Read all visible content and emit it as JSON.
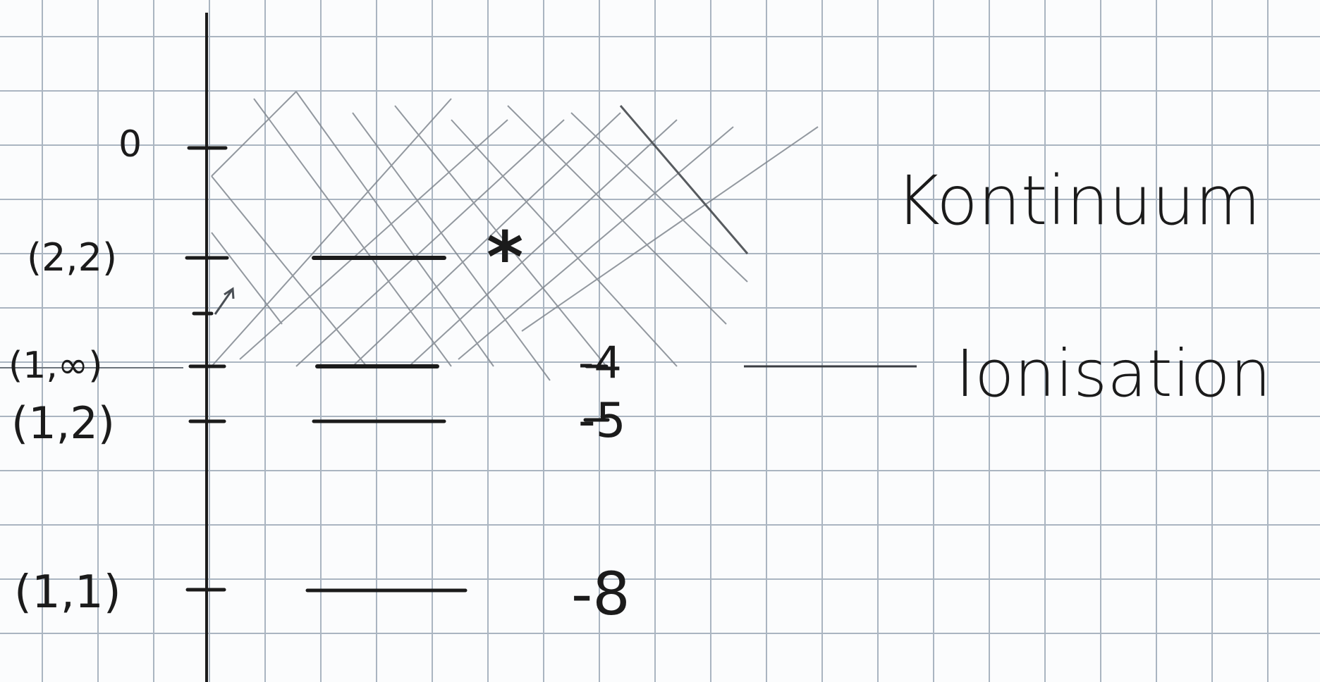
{
  "level_labels": [
    "0",
    "(2,2)",
    "(1,∞)",
    "(1,2)",
    "(1,1)"
  ],
  "energy_values": [
    "-4",
    "-5",
    "-8"
  ],
  "region_labels": {
    "continuum": "Kontinuum",
    "ionization": "Ionisation"
  },
  "marker": "*",
  "colors": {
    "paper": "#fbfcfd",
    "grid": "#9aa7b4",
    "ink": "#1b1b1b",
    "hatch": "#7d8590"
  }
}
